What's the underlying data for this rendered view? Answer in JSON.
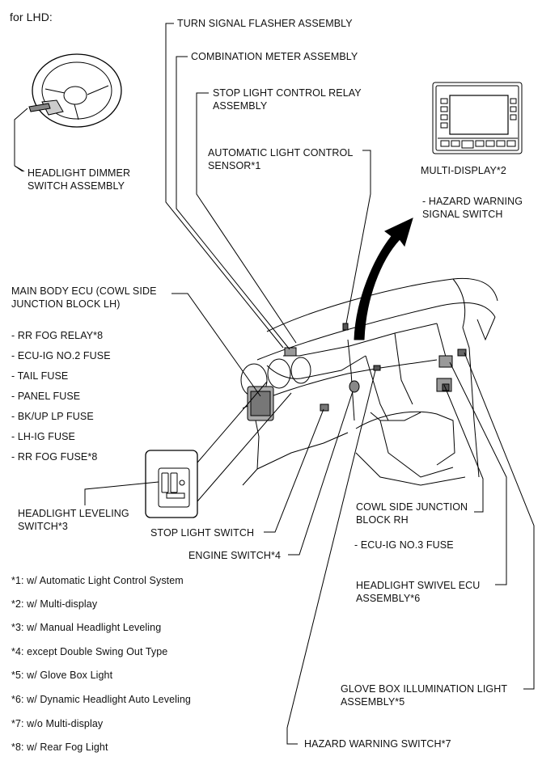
{
  "header": "for LHD:",
  "labels": {
    "turn_signal": "TURN SIGNAL FLASHER ASSEMBLY",
    "combination_meter": "COMBINATION METER ASSEMBLY",
    "stop_light_relay": "STOP LIGHT CONTROL RELAY\nASSEMBLY",
    "auto_light_sensor": "AUTOMATIC LIGHT CONTROL\nSENSOR*1",
    "multi_display": "MULTI-DISPLAY*2",
    "hazard_signal_switch": "- HAZARD WARNING\nSIGNAL SWITCH",
    "headlight_dimmer": "HEADLIGHT DIMMER\nSWITCH ASSEMBLY",
    "main_body_ecu": "MAIN BODY ECU (COWL SIDE\nJUNCTION BLOCK LH)",
    "headlight_leveling": "HEADLIGHT LEVELING\nSWITCH*3",
    "stop_light_switch": "STOP LIGHT SWITCH",
    "engine_switch": "ENGINE SWITCH*4",
    "cowl_side_rh": "COWL SIDE JUNCTION\nBLOCK RH",
    "ecu_ig3": "- ECU-IG NO.3 FUSE",
    "headlight_swivel": "HEADLIGHT SWIVEL ECU\nASSEMBLY*6",
    "glove_box": "GLOVE BOX ILLUMINATION LIGHT\nASSEMBLY*5",
    "hazard_switch": "HAZARD WARNING SWITCH*7"
  },
  "ecu_items": [
    "- RR FOG RELAY*8",
    "- ECU-IG NO.2 FUSE",
    "- TAIL FUSE",
    "- PANEL FUSE",
    "- BK/UP LP FUSE",
    "- LH-IG FUSE",
    "- RR FOG FUSE*8"
  ],
  "footnotes": [
    "*1: w/ Automatic Light Control System",
    "*2: w/ Multi-display",
    "*3: w/ Manual Headlight Leveling",
    "*4: except Double Swing Out Type",
    "*5: w/ Glove Box Light",
    "*6: w/ Dynamic Headlight Auto Leveling",
    "*7: w/o Multi-display",
    "*8: w/ Rear Fog Light"
  ]
}
